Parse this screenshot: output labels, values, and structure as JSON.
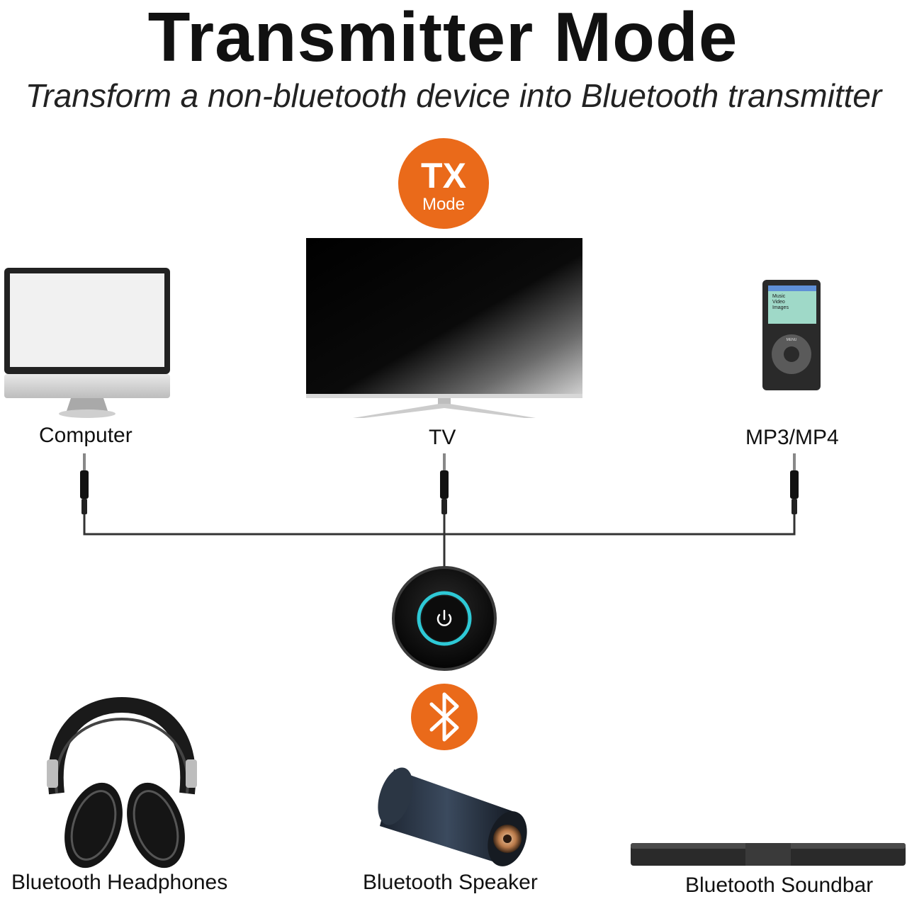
{
  "header": {
    "title": "Transmitter Mode",
    "subtitle": "Transform a non-bluetooth device into Bluetooth transmitter"
  },
  "badge": {
    "line1": "TX",
    "line2": "Mode"
  },
  "sources": [
    {
      "label": "Computer",
      "icon": "computer-monitor-icon"
    },
    {
      "label": "TV",
      "icon": "tv-icon"
    },
    {
      "label": "MP3/MP4",
      "icon": "mp3-player-icon"
    }
  ],
  "mp3_screen": {
    "line1": "Music",
    "line2": "Video",
    "line3": "Images",
    "wheel": "MENU"
  },
  "transmitter": {
    "icon": "power-icon"
  },
  "bluetooth_badge": {
    "icon": "bluetooth-icon"
  },
  "targets": [
    {
      "label": "Bluetooth Headphones",
      "icon": "headphones-icon"
    },
    {
      "label": "Bluetooth Speaker",
      "icon": "speaker-icon"
    },
    {
      "label": "Bluetooth Soundbar",
      "icon": "soundbar-icon"
    }
  ],
  "colors": {
    "accent": "#ea6a1a",
    "ring": "#2ec9d6",
    "device_dark": "#111111",
    "cable": "#333333"
  }
}
